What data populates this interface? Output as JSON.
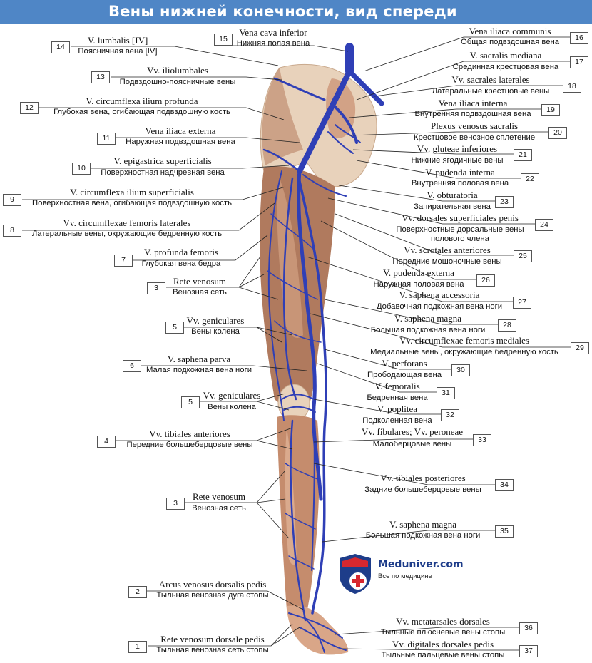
{
  "title": "Вены нижней конечности, вид спереди",
  "colors": {
    "header": "#4f86c6",
    "vein": "#2f3fb6",
    "muscle": "#b07a5e",
    "bone": "#e8d2bb",
    "leader": "#222222"
  },
  "watermark": {
    "name": "Meduniver.com",
    "tagline": "Все по медицине"
  },
  "labels_left": [
    {
      "num": "14",
      "lat": "V. lumbalis [IV]",
      "rus": "Поясничная вена [IV]"
    },
    {
      "num": "13",
      "lat": "Vv. iliolumbales",
      "rus": "Подвздошно-поясничные вены"
    },
    {
      "num": "12",
      "lat": "V. circumflexa ilium profunda",
      "rus": "Глубокая вена, огибающая подвздошную кость"
    },
    {
      "num": "11",
      "lat": "Vena iliaca externa",
      "rus": "Наружная подвздошная вена"
    },
    {
      "num": "10",
      "lat": "V. epigastrica superficialis",
      "rus": "Поверхностная надчревная вена"
    },
    {
      "num": "9",
      "lat": "V. circumflexa ilium superficialis",
      "rus": "Поверхностная вена, огибающая подвздошную кость"
    },
    {
      "num": "8",
      "lat": "Vv. circumflexae femoris laterales",
      "rus": "Латеральные вены, окружающие бедренную кость"
    },
    {
      "num": "7",
      "lat": "V. profunda femoris",
      "rus": "Глубокая вена бедра"
    },
    {
      "num": "3",
      "lat": "Rete venosum",
      "rus": "Венозная сеть"
    },
    {
      "num": "5",
      "lat": "Vv. geniculares",
      "rus": "Вены колена"
    },
    {
      "num": "6",
      "lat": "V. saphena parva",
      "rus": "Малая подкожная вена ноги"
    },
    {
      "num": "5",
      "lat": "Vv. geniculares",
      "rus": "Вены колена"
    },
    {
      "num": "4",
      "lat": "Vv. tibiales anteriores",
      "rus": "Передние большеберцовые вены"
    },
    {
      "num": "3",
      "lat": "Rete venosum",
      "rus": "Венозная сеть"
    },
    {
      "num": "2",
      "lat": "Arcus venosus dorsalis pedis",
      "rus": "Тыльная венозная дуга стопы"
    },
    {
      "num": "1",
      "lat": "Rete venosum dorsale pedis",
      "rus": "Тыльная венозная сеть стопы"
    }
  ],
  "label_top": {
    "num": "15",
    "lat": "Vena cava inferior",
    "rus": "Нижняя полая вена"
  },
  "labels_right": [
    {
      "num": "16",
      "lat": "Vena iliaca communis",
      "rus": "Общая подвздошная вена"
    },
    {
      "num": "17",
      "lat": "V. sacralis mediana",
      "rus": "Срединная крестцовая вена"
    },
    {
      "num": "18",
      "lat": "Vv. sacrales laterales",
      "rus": "Латеральные крестцовые вены"
    },
    {
      "num": "19",
      "lat": "Vena iliaca interna",
      "rus": "Внутренняя подвздошная вена"
    },
    {
      "num": "20",
      "lat": "Plexus venosus sacralis",
      "rus": "Крестцовое венозное сплетение"
    },
    {
      "num": "21",
      "lat": "Vv. gluteae inferiores",
      "rus": "Нижние ягодичные вены"
    },
    {
      "num": "22",
      "lat": "V. pudenda interna",
      "rus": "Внутренняя половая вена"
    },
    {
      "num": "23",
      "lat": "V. obturatoria",
      "rus": "Запирательная вена"
    },
    {
      "num": "24",
      "lat": "Vv. dorsales superficiales penis",
      "rus": "Поверхностные дорсальные вены",
      "rus2": "полового члена"
    },
    {
      "num": "25",
      "lat": "Vv. scrotales anteriores",
      "rus": "Передние мошоночные вены"
    },
    {
      "num": "26",
      "lat": "V. pudenda externa",
      "rus": "Наружная половая вена"
    },
    {
      "num": "27",
      "lat": "V. saphena accessoria",
      "rus": "Добавочная подкожная вена ноги"
    },
    {
      "num": "28",
      "lat": "V. saphena magna",
      "rus": "Большая подкожная вена ноги"
    },
    {
      "num": "29",
      "lat": "Vv. circumflexae femoris mediales",
      "rus": "Медиальные вены, окружающие бедренную кость"
    },
    {
      "num": "30",
      "lat": "V. perforans",
      "rus": "Прободающая вена"
    },
    {
      "num": "31",
      "lat": "V. femoralis",
      "rus": "Бедренная вена"
    },
    {
      "num": "32",
      "lat": "V. poplitea",
      "rus": "Подколенная вена"
    },
    {
      "num": "33",
      "lat": "Vv. fibulares; Vv. peroneae",
      "rus": "Малоберцовые вены"
    },
    {
      "num": "34",
      "lat": "Vv. tibiales posteriores",
      "rus": "Задние большеберцовые вены"
    },
    {
      "num": "35",
      "lat": "V. saphena magna",
      "rus": "Большая подкожная вена ноги"
    },
    {
      "num": "36",
      "lat": "Vv. metatarsales dorsales",
      "rus": "Тыльные плюсневые вены стопы"
    },
    {
      "num": "37",
      "lat": "Vv. digitales dorsales pedis",
      "rus": "Тыльные пальцевые вены стопы"
    }
  ]
}
